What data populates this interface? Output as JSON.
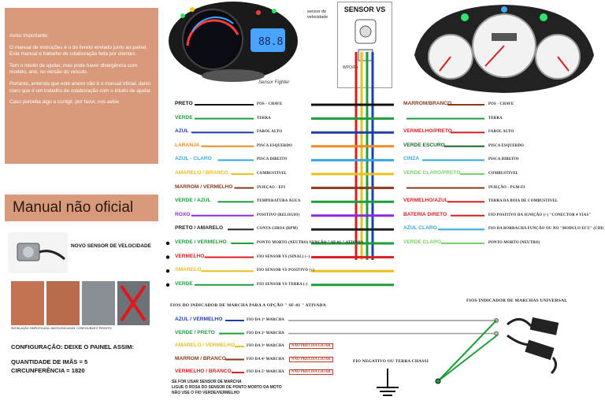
{
  "notice": {
    "title": "Aviso Importante:",
    "p1": "O manual de instruções é o do livreto enviado junto ao painel. Este manual é trabalho de colaboração feita por clientes.",
    "p2": "Tem o intuito de ajudar, mas pode haver divergência com modelo, ano, ou versão do veículo.",
    "p3": "Portanto, entenda que este anexo não é o manual oficial, deixo claro que é um trabalho de colaboração com o intuito de ajudar.",
    "p4": "Caso perceba algo a corrigir, por favor, nos avise"
  },
  "unofficial_title": "Manual não oficial",
  "dash_lcd": "88.8",
  "dash_brand": "Sensor Fighter",
  "sensor_label": "sensor de velocidade",
  "sensor_vs_title": "SENSOR VS",
  "wpo_label": "WPO/Po",
  "new_sensor_label": "NOVO SENSOR DE VELOCIDADE",
  "install_caption": "INSTALAÇÃO SIMPLIFICADA: BASTA ENCAIXAR, CONFIGURAR E PRONTO!",
  "config": {
    "title": "CONFIGURAÇÃO: DEIXE O PAINEL ASSIM:",
    "line1": "QUANTIDADE DE IMÃS = 5",
    "line2": "CIRCUNFERÊNCIA = 1820"
  },
  "left_wires": [
    {
      "label": "PRETO",
      "color": "#111111",
      "desc": "POS - CHAVE"
    },
    {
      "label": "VERDE",
      "color": "#1e9e3a",
      "desc": "TERRA"
    },
    {
      "label": "AZUL",
      "color": "#1f3fa8",
      "desc": "FAROL ALTO"
    },
    {
      "label": "LARANJA",
      "color": "#f08a24",
      "desc": "PISCA ESQUERDO"
    },
    {
      "label": "AZUL - CLARO",
      "color": "#3aa6e0",
      "desc": "PISCA DIREITO"
    },
    {
      "label": "AMARELO / BRANCO",
      "color": "#e8c020",
      "desc": "COMBUSTIVEL"
    },
    {
      "label": "MARROM / VERMELHO",
      "color": "#8b3a1a",
      "desc": "INJEÇAO - EFI"
    },
    {
      "label": "VERDE / AZUL",
      "color": "#1e9e3a",
      "desc": "TEMPERATURA ÁGUA"
    },
    {
      "label": "ROXO",
      "color": "#8a2be2",
      "desc": "POSITIVO (RELOGIO)"
    },
    {
      "label": "PRETO / AMARELO",
      "color": "#222222",
      "desc": "CONTA GIROS (RPM)"
    },
    {
      "label": "VERDE / VERMELHO",
      "color": "#1e9e3a",
      "desc": "PONTO MORTO (NEUTRO) FUNÇÃO \" SF-01 \" ATIVADA"
    },
    {
      "label": "VERMELHO",
      "color": "#d62020",
      "desc": "FIO SENSOR VS (SINAL) (~)"
    },
    {
      "label": "AMARELO",
      "color": "#e8c020",
      "desc": "FIO SENSOR VS POSITIVO (+)"
    },
    {
      "label": "VERDE",
      "color": "#1e9e3a",
      "desc": "FIO SENSOR VS TERRA (-)"
    }
  ],
  "right_wires": [
    {
      "label": "MARROM/BRANCO",
      "color": "#8b3a1a",
      "desc": "POS - CHAVE"
    },
    {
      "label": "",
      "color": "#1e9e3a",
      "desc": "TERRA"
    },
    {
      "label": "VERMELHO/PRETO",
      "color": "#d62020",
      "desc": "FAROL ALTO"
    },
    {
      "label": "VERDE ESCURO",
      "color": "#15692a",
      "desc": "PISCA ESQUERDO"
    },
    {
      "label": "CINZA",
      "color": "#3aa6e0",
      "desc": "PISCA DIREITO"
    },
    {
      "label": "VERDE CLARO/PRETO",
      "color": "#7ad16a",
      "desc": "COMBUSTIVEL"
    },
    {
      "label": "",
      "color": "#8b3a1a",
      "desc": "INJEÇÃO - PGM-FI"
    },
    {
      "label": "VERMELHO/AZUL",
      "color": "#d62020",
      "desc": "TERRA DA BOIA DE COMBUSTIVEL"
    },
    {
      "label": "BATERIA DIRETO",
      "color": "#d62020",
      "desc": "FIO POSITIVO DA IGNIÇÃO (+) \"CONECTOR 4 VIAS\""
    },
    {
      "label": "AZUL CLARO",
      "color": "#3aa6e0",
      "desc": "FIO DA BORRACHA FUNÇÃO OU NO \"MODULO ECU\" (CDI)"
    },
    {
      "label": "VERDE CLARO",
      "color": "#7ad16a",
      "desc": "PONTO MORTO (NEUTRO)"
    }
  ],
  "gear": {
    "title": "FIOS DO INDICADOR DE MARCHA PARA A OPÇÃO \" SF-01 \" ATIVADA",
    "universal_title": "FIOS INDICADOR DE MARCHAS UNIVERSAL",
    "negative": "FIO NEGATIVO OU TERRA CHASSI",
    "no_need": "NÃO PRECISA LIGAR",
    "rows": [
      {
        "label": "AZUL / VERMELHO",
        "color": "#1f3fa8",
        "desc": "FIO DA 1ª MARCHA"
      },
      {
        "label": "VERDE / PRETO",
        "color": "#1e9e3a",
        "desc": "FIO DA 2ª MARCHA"
      },
      {
        "label": "AMARELO / VERMELHO",
        "color": "#e8c020",
        "desc": "FIO DA 3ª MARCHA"
      },
      {
        "label": "MARROM / BRANCO",
        "color": "#8b3a1a",
        "desc": "FIO DA 4ª MARCHA"
      },
      {
        "label": "VERMELHO / BRANCO",
        "color": "#d62020",
        "desc": "FIO DA 5ª MARCHA"
      }
    ],
    "footnote1": "SE FOR USAR SENSOR DE MARCHA",
    "footnote2": "LIGUE O ROSA DO SENSOR DE PONTO MORTO DA MOTO",
    "footnote3": "NÃO USE O FIO VERDE/VERMELHO"
  }
}
